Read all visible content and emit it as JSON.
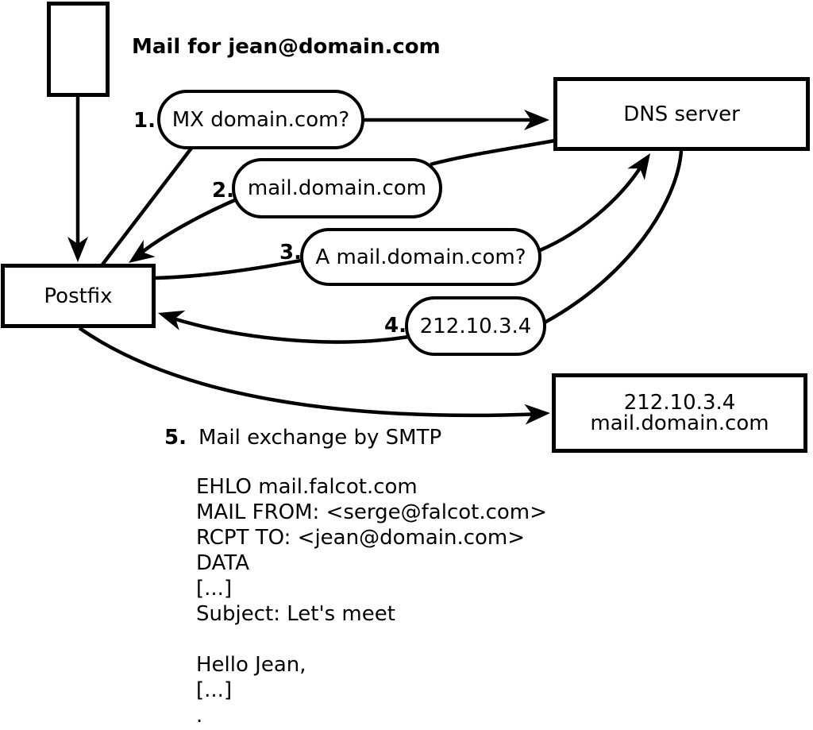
{
  "title": "Mail for jean@domain.com",
  "nodes": {
    "dns": {
      "label": "DNS server"
    },
    "postfix": {
      "label": "Postfix"
    },
    "mail_server": {
      "line1": "212.10.3.4",
      "line2": "mail.domain.com"
    }
  },
  "steps": [
    {
      "number": "1.",
      "label": "MX domain.com?"
    },
    {
      "number": "2.",
      "label": "mail.domain.com"
    },
    {
      "number": "3.",
      "label": "A mail.domain.com?"
    },
    {
      "number": "4.",
      "label": "212.10.3.4"
    },
    {
      "number": "5.",
      "label": "Mail exchange by SMTP"
    }
  ],
  "smtp_session": {
    "lines": [
      "EHLO mail.falcot.com",
      "MAIL FROM: <serge@falcot.com>",
      "RCPT TO: <jean@domain.com>",
      "DATA",
      "[...]",
      "Subject: Let's meet",
      "",
      "Hello Jean,",
      "[...]",
      "."
    ]
  },
  "colors": {
    "stroke": "#000000",
    "background": "#ffffff"
  }
}
